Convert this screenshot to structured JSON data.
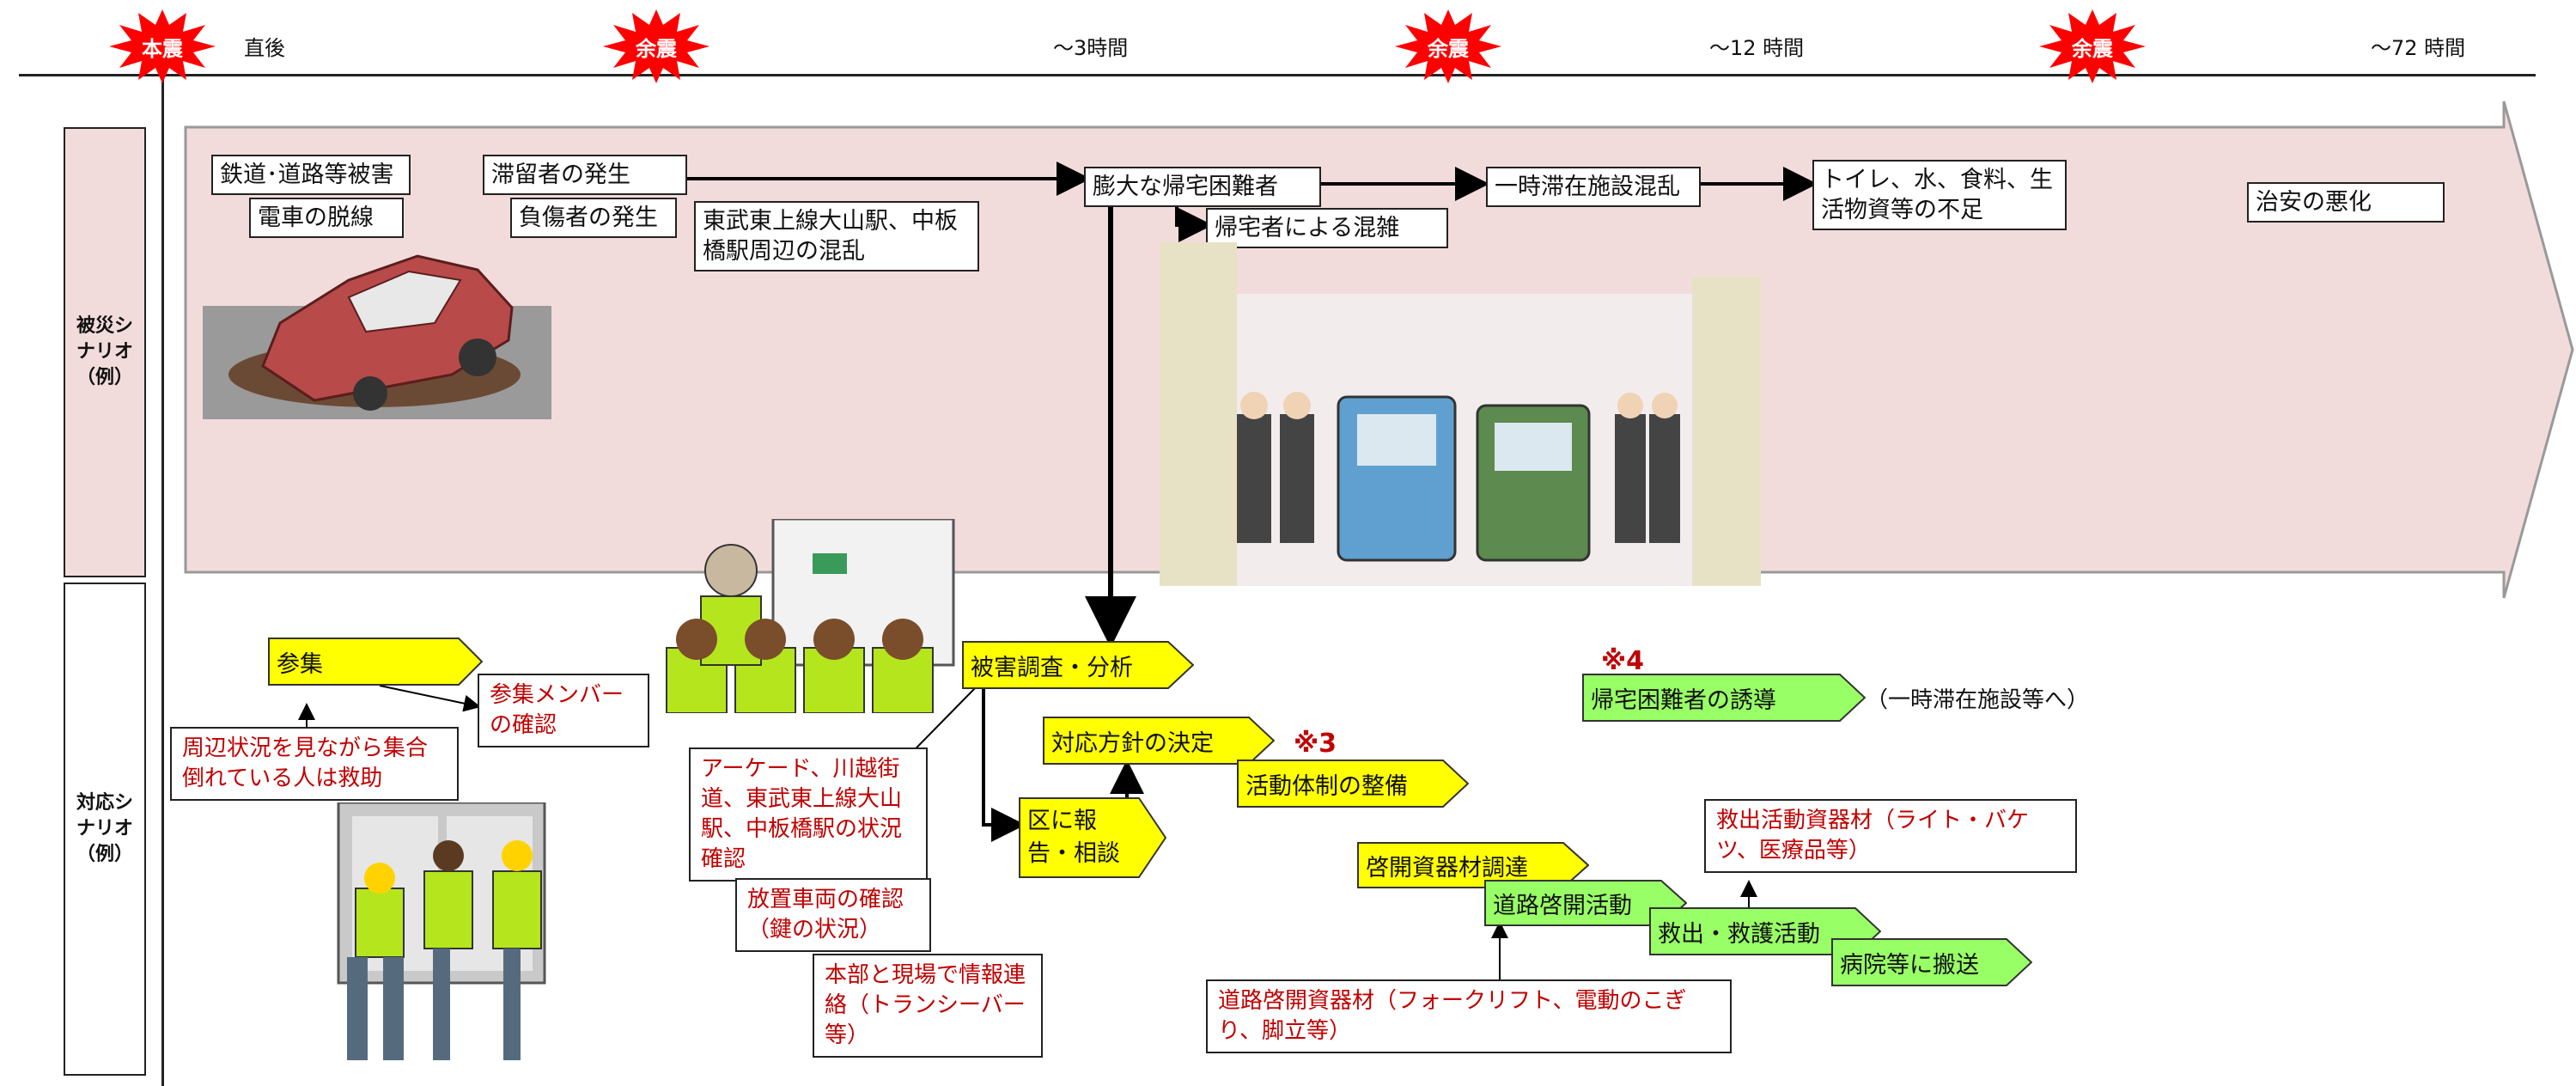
{
  "timeline": {
    "labels": [
      "直後",
      "～3時間",
      "～12 時間",
      "～72 時間"
    ],
    "quake_main": "本震",
    "aftershock": "余震"
  },
  "side_labels": {
    "disaster": "被災シ\nナリオ\n（例）",
    "response": "対応シ\nナリオ\n（例）"
  },
  "disaster": {
    "railway": "鉄道･道路等被害",
    "derail": "電車の脱線",
    "stranded": "滞留者の発生",
    "injured": "負傷者の発生",
    "station_chaos": "東武東上線大山駅、中板橋駅周辺の混乱",
    "commuters": "膨大な帰宅困難者",
    "returners": "帰宅者による混雑",
    "shelter_chaos": "一時滞在施設混乱",
    "shortage": "トイレ、水、食料、生活物資等の不足",
    "security": "治安の悪化"
  },
  "response": {
    "assemble": "参集",
    "assemble_note": "周辺状況を見ながら集合倒れている人は救助",
    "member_check": "参集メンバーの確認",
    "survey": "被害調査・分析",
    "survey_note1": "アーケード、川越街道、東武東上線大山駅、中板橋駅の状況確認",
    "survey_note2": "放置車両の確認（鍵の状況）",
    "survey_note3": "本部と現場で情報連絡（トランシーバー等）",
    "policy": "対応方針の決定",
    "report": "区に報告・相談",
    "system": "活動体制の整備",
    "mark3": "※3",
    "mark4": "※4",
    "guide": "帰宅困難者の誘導",
    "guide_note": "（一時滞在施設等へ）",
    "equip": "啓開資器材調達",
    "road_open": "道路啓開活動",
    "rescue": "救出・救護活動",
    "hospital": "病院等に搬送",
    "road_equip_note": "道路啓開資器材（フォークリフト、電動のこぎり、脚立等）",
    "rescue_equip_note": "救出活動資器材（ライト・バケツ、医療品等）"
  },
  "colors": {
    "band": "#f2dcdb",
    "yellow": "#ffff00",
    "green": "#99ff66",
    "red_text": "#c00000",
    "burst": "#ff0000"
  }
}
